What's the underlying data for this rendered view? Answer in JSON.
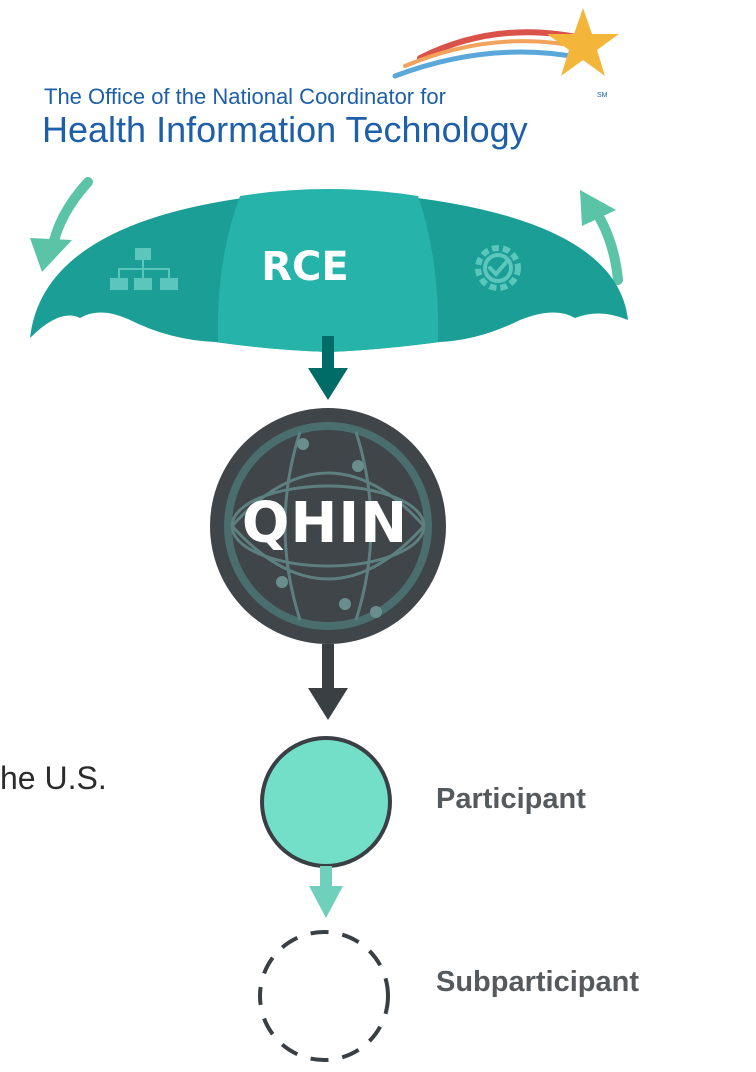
{
  "logo": {
    "line1": "The Office of the National Coordinator for",
    "line2": "Health Information Technology",
    "mark": "SM",
    "colors": {
      "text": "#1d5fa8",
      "star": "#f4b63a",
      "swoosh_red": "#d9534a",
      "swoosh_blue": "#5aa7d9"
    }
  },
  "umbrella": {
    "label": "RCE",
    "left_icon": "org-chart-icon",
    "right_icon": "gear-check-icon",
    "color": "#1a9e96"
  },
  "qhin": {
    "label": "QHIN",
    "icon": "globe-network-icon",
    "color": "#3f4549"
  },
  "participant": {
    "label": "Participant",
    "color": "#74dfc9"
  },
  "subparticipant": {
    "label": "Subparticipant",
    "style": "dashed"
  },
  "side_text": "he U.S.",
  "colors": {
    "arrow_dark": "#006c67",
    "arrow_gray": "#3a3f44",
    "arrow_mint": "#6fd1bb",
    "curved_arrow": "#5bc3a6"
  }
}
